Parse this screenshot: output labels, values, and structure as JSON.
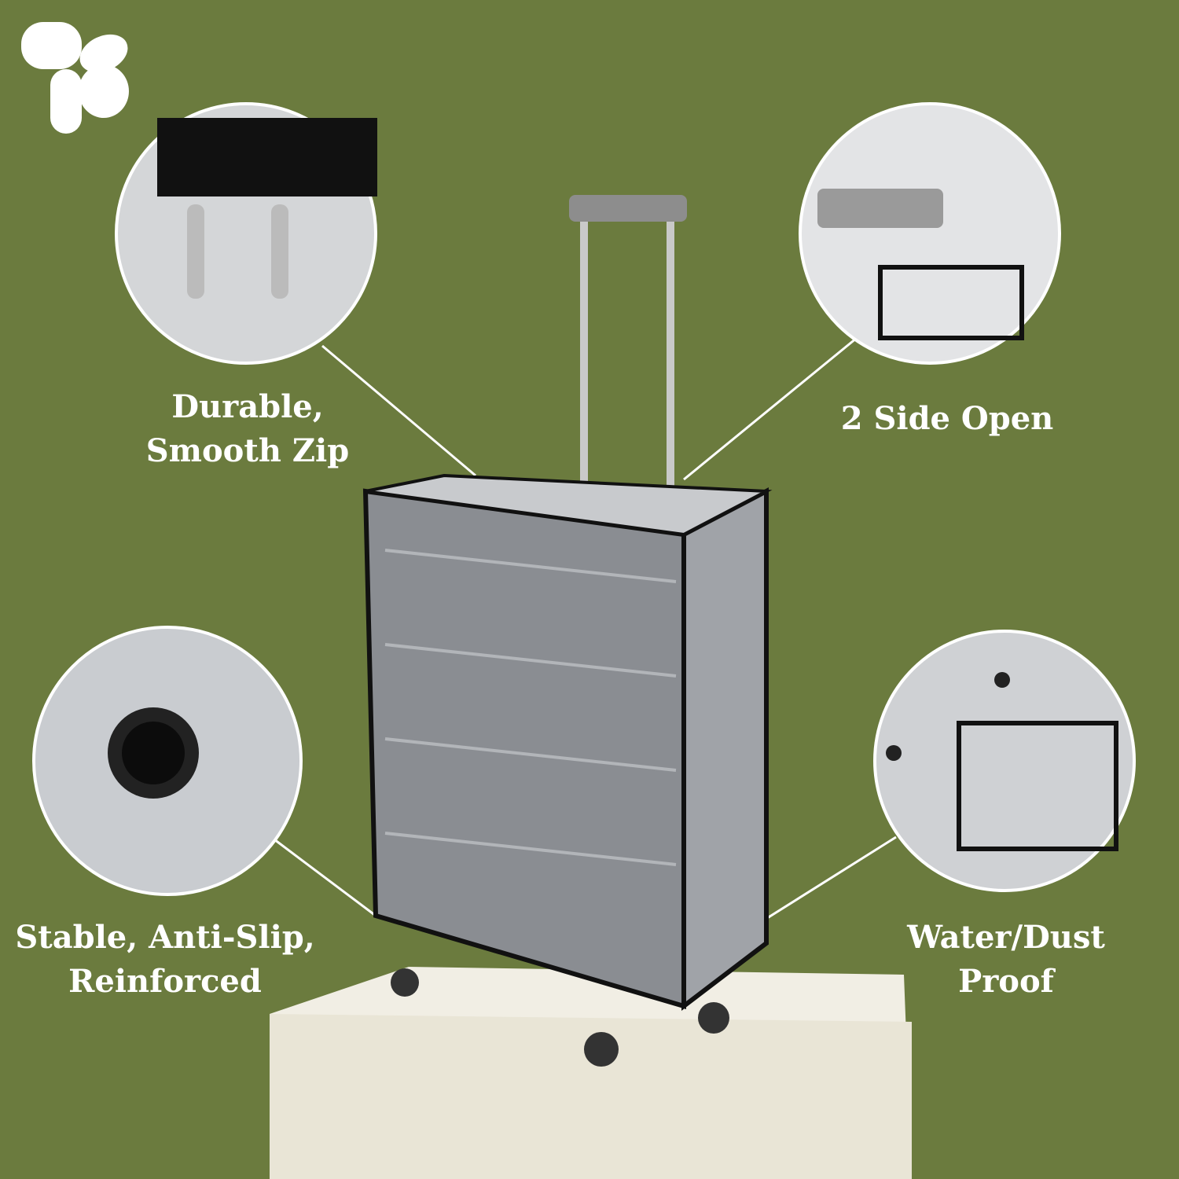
{
  "colors": {
    "background": "#6b7b3e",
    "text": "#ffffff"
  },
  "logo": {
    "icon": "clover-logo-icon"
  },
  "features": [
    {
      "line1": "Durable,",
      "line2": "Smooth Zip"
    },
    {
      "line1": "2 Side Open",
      "line2": ""
    },
    {
      "line1": "Stable, Anti-Slip,",
      "line2": "Reinforced"
    },
    {
      "line1": "Water/Dust",
      "line2": "Proof"
    }
  ]
}
